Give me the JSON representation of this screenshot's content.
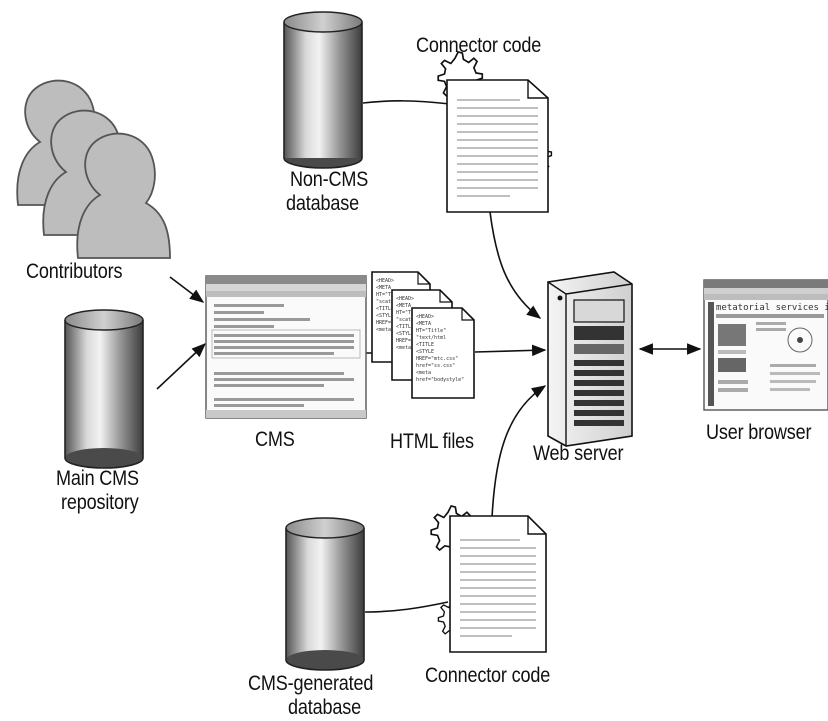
{
  "labels": {
    "connector_top": "Connector code",
    "non_cms_db_line1": "Non-CMS",
    "non_cms_db_line2": "database",
    "contributors": "Contributors",
    "cms": "CMS",
    "html_files": "HTML files",
    "web_server": "Web server",
    "user_browser": "User browser",
    "main_repo_line1": "Main CMS",
    "main_repo_line2": "repository",
    "cms_gen_db_line1": "CMS-generated",
    "cms_gen_db_line2": "database",
    "connector_bottom": "Connector code"
  },
  "browser_page": {
    "heading": "metatorial services inc."
  },
  "colors": {
    "line": "#111111",
    "cylinder_dark": "#6e6e6e",
    "cylinder_light": "#e6e6e6",
    "person_fill": "#b9b9b9",
    "paper": "#ffffff"
  }
}
